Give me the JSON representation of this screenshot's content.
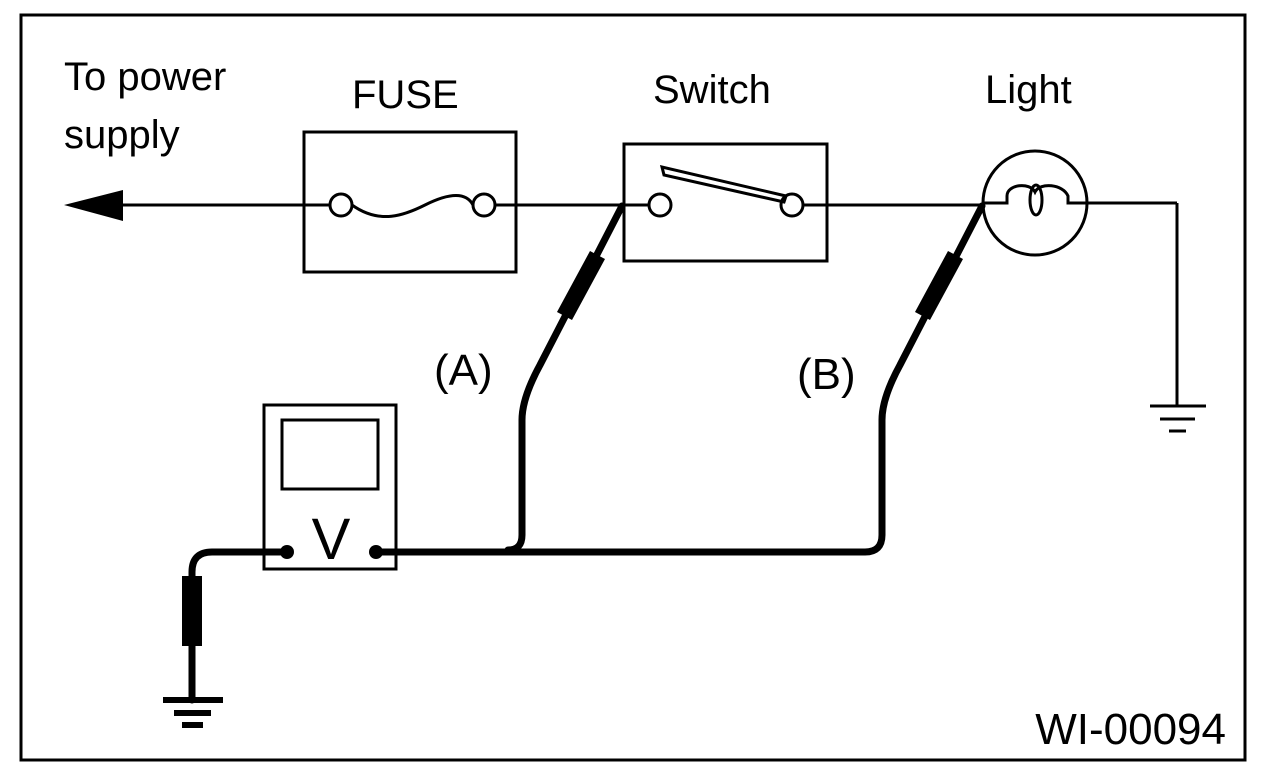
{
  "diagram": {
    "type": "circuit-voltage-drop-test",
    "figure_id": "WI-00094",
    "labels": {
      "power_supply_line1": "To power",
      "power_supply_line2": "supply",
      "fuse": "FUSE",
      "switch": "Switch",
      "light": "Light",
      "probe_a": "(A)",
      "probe_b": "(B)",
      "meter": "V"
    },
    "components": [
      "power-supply-arrow",
      "fuse",
      "switch",
      "light-bulb",
      "ground",
      "voltmeter",
      "probe-a",
      "probe-b",
      "meter-ground"
    ],
    "colors": {
      "ink": "#000000",
      "background": "#ffffff"
    }
  }
}
